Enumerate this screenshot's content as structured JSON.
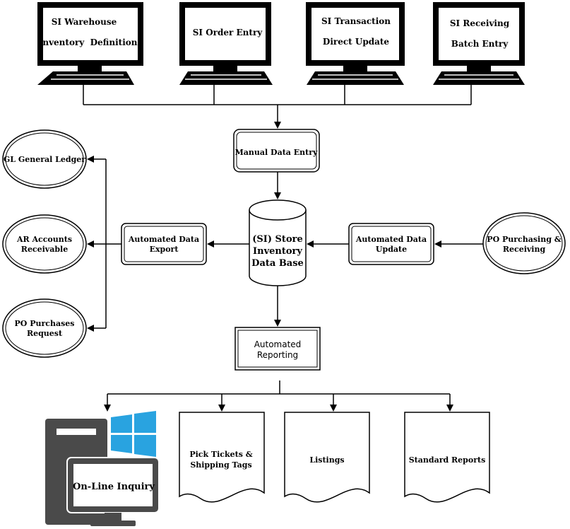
{
  "monitors": [
    {
      "line1": "SI Warehouse",
      "line2": "Inventory  Definitions"
    },
    {
      "line1": "SI Order Entry",
      "line2": ""
    },
    {
      "line1": "SI Transaction",
      "line2": "Direct Update"
    },
    {
      "line1": "SI Receiving",
      "line2": "Batch Entry"
    }
  ],
  "process": {
    "manual_entry": "Manual Data Entry",
    "export_line1": "Automated Data",
    "export_line2": "Export",
    "update_line1": "Automated Data",
    "update_line2": "Update",
    "reporting_line1": "Automated",
    "reporting_line2": "Reporting"
  },
  "database": {
    "line1": "(SI) Store",
    "line2": "Inventory",
    "line3": "Data Base"
  },
  "left_entities": [
    {
      "line1": "GL General Ledger",
      "line2": ""
    },
    {
      "line1": "AR Accounts",
      "line2": "Receivable"
    },
    {
      "line1": "PO Purchases",
      "line2": "Request"
    }
  ],
  "right_entity": {
    "line1": "PO Purchasing &",
    "line2": "Receiving"
  },
  "outputs": {
    "online_inquiry": "On-Line Inquiry",
    "doc1_line1": "Pick Tickets &",
    "doc1_line2": "Shipping Tags",
    "doc2": "Listings",
    "doc3": "Standard Reports"
  },
  "colors": {
    "ink": "#000000",
    "computer_gray": "#4a4a4a",
    "windows_blue": "#29a3e0"
  },
  "icons": [
    "monitor-icon",
    "database-cylinder-icon",
    "computer-tower-icon",
    "windows-logo-icon",
    "document-icon"
  ]
}
